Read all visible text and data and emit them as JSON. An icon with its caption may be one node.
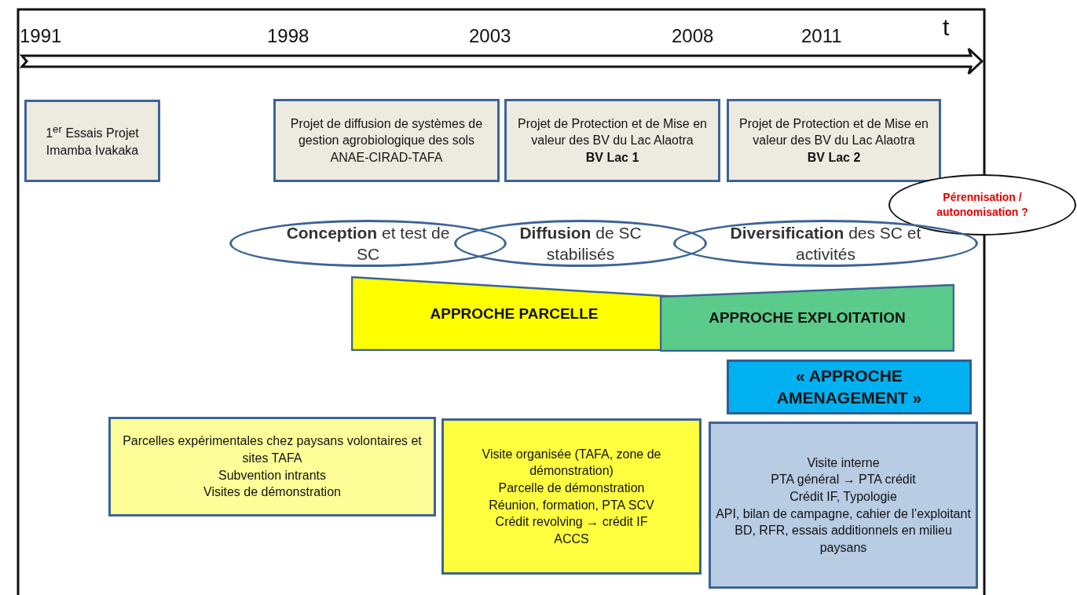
{
  "diagram": {
    "nodes": [
      {
        "text": [
          "1$^{er}$ Essais Projet Imamba Ivakaka"
        ]
      },
      {
        "text": [
          "Projet de diffusion de systèmes de gestion agrobiologique des sols",
          "ANAE-CIRAD-TAFA"
        ]
      },
      {
        "text": [
          "Projet de Protection et de Mise en valeur des BV du Lac Alaotra",
          "BV Lac 1"
        ]
      },
      {
        "text": [
          "Projet de Protection et de Mise en valeur des BV du Lac Alaotra",
          "BV Lac 2"
        ]
      },
      {
        "text": [
          "Pérennisation / autonomisation ?"
        ]
      },
      {
        "text": [
          "**Conception** et test de SC"
        ]
      },
      {
        "text": [
          "**Diffusion** de SC stabilisés"
        ]
      },
      {
        "text": [
          "**Diversification** des SC et activités"
        ]
      },
      {
        "text": [
          "APPROCHE PARCELLE"
        ]
      },
      {
        "text": [
          "APPROCHE EXPLOITATION"
        ]
      },
      {
        "text": [
          "« APPROCHE AMENAGEMENT »"
        ]
      },
      {
        "text": [
          "Parcelles expérimentales chez paysans volontaires et sites TAFA",
          "Subvention intrants",
          "Visites de démonstration"
        ]
      },
      {
        "text": [
          "Visite organisée (TAFA, zone de démonstration)",
          "Parcelle de démonstration",
          "Réunion, formation, PTA SCV",
          "Crédit revolving → crédit  IF",
          "ACCS"
        ]
      },
      {
        "text": [
          "Visite interne",
          "PTA général → PTA crédit",
          "Crédit IF,  Typologie",
          "API, bilan de campagne, cahier de l’exploitant",
          "BD, RFR, essais additionnels en milieu paysans"
        ]
      }
    ],
    "edges": [],
    "labels": [
      "1991",
      "1998",
      "2003",
      "2008",
      "2011",
      "t"
    ]
  }
}
